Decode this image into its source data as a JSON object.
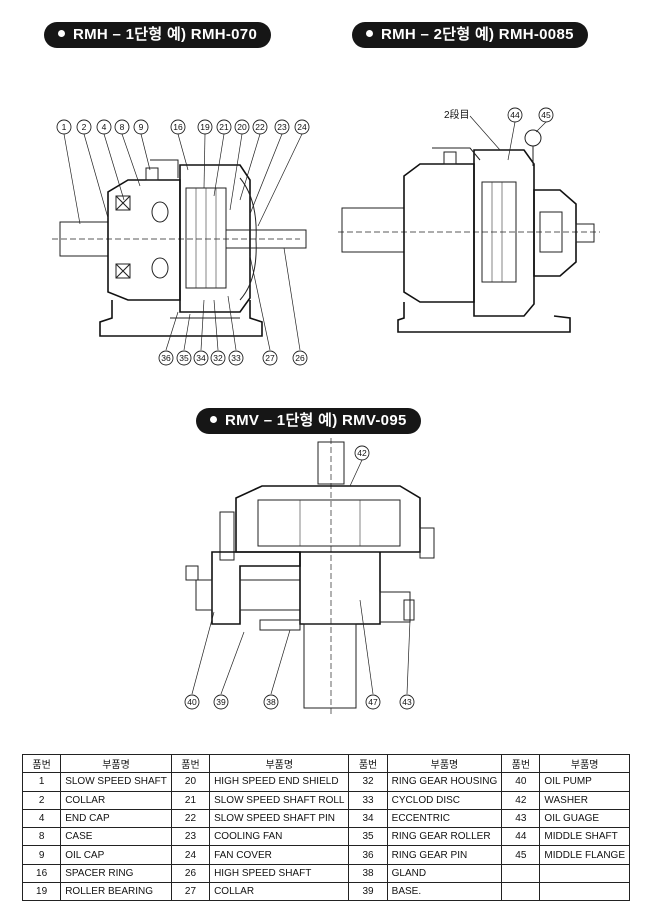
{
  "titles": {
    "rmh1": "RMH – 1단형 예) RMH-070",
    "rmh2": "RMH – 2단형 예) RMH-0085",
    "rmv1": "RMV – 1단형 예) RMV-095"
  },
  "rmh1_callouts_top": [
    "1",
    "2",
    "4",
    "8",
    "9",
    "16",
    "19",
    "21",
    "20",
    "22",
    "23",
    "24"
  ],
  "rmh1_callouts_bottom": [
    "36",
    "35",
    "34",
    "32",
    "33",
    "27",
    "26"
  ],
  "rmh2_label": "2段目",
  "rmh2_callouts": [
    "44",
    "45"
  ],
  "rmv1_callouts": [
    "42",
    "40",
    "39",
    "38",
    "47",
    "43"
  ],
  "table": {
    "header_no": "품번",
    "header_name": "부품명",
    "columns": [
      [
        [
          "1",
          "SLOW SPEED SHAFT"
        ],
        [
          "2",
          "COLLAR"
        ],
        [
          "4",
          "END CAP"
        ],
        [
          "8",
          "CASE"
        ],
        [
          "9",
          "OIL CAP"
        ],
        [
          "16",
          "SPACER RING"
        ],
        [
          "19",
          "ROLLER BEARING"
        ]
      ],
      [
        [
          "20",
          "HIGH SPEED END SHIELD"
        ],
        [
          "21",
          "SLOW SPEED SHAFT ROLL"
        ],
        [
          "22",
          "SLOW SPEED SHAFT PIN"
        ],
        [
          "23",
          "COOLING FAN"
        ],
        [
          "24",
          "FAN COVER"
        ],
        [
          "26",
          "HIGH SPEED SHAFT"
        ],
        [
          "27",
          "COLLAR"
        ]
      ],
      [
        [
          "32",
          "RING GEAR HOUSING"
        ],
        [
          "33",
          "CYCLOD DISC"
        ],
        [
          "34",
          "ECCENTRIC"
        ],
        [
          "35",
          "RING GEAR ROLLER"
        ],
        [
          "36",
          "RING GEAR PIN"
        ],
        [
          "38",
          "GLAND"
        ],
        [
          "39",
          "BASE."
        ]
      ],
      [
        [
          "40",
          "OIL PUMP"
        ],
        [
          "42",
          "WASHER"
        ],
        [
          "43",
          "OIL GUAGE"
        ],
        [
          "44",
          "MIDDLE SHAFT"
        ],
        [
          "45",
          "MIDDLE FLANGE"
        ],
        [
          "",
          ""
        ],
        [
          "",
          ""
        ]
      ]
    ]
  }
}
